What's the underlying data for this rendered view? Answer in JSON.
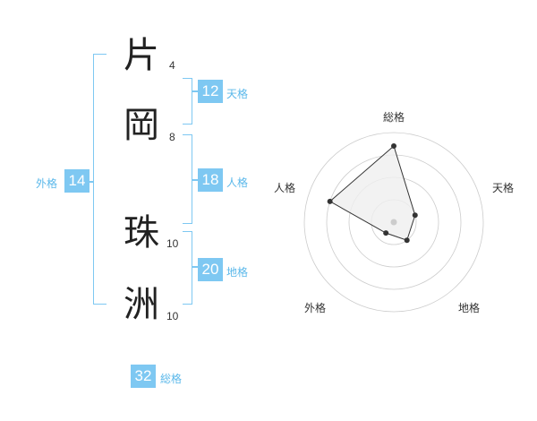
{
  "name": {
    "chars": [
      {
        "char": "片",
        "strokes": "4"
      },
      {
        "char": "岡",
        "strokes": "8"
      },
      {
        "char": "珠",
        "strokes": "10"
      },
      {
        "char": "洲",
        "strokes": "10"
      }
    ]
  },
  "kakusu": {
    "tenkaku": {
      "value": "12",
      "label": "天格"
    },
    "jinkaku": {
      "value": "18",
      "label": "人格"
    },
    "chikaku": {
      "value": "20",
      "label": "地格"
    },
    "gaikaku": {
      "value": "14",
      "label": "外格"
    },
    "soukaku": {
      "value": "32",
      "label": "総格"
    }
  },
  "chart_data": {
    "type": "radar",
    "axes": [
      "総格",
      "天格",
      "地格",
      "外格",
      "人格"
    ],
    "values": [
      0.85,
      0.25,
      0.25,
      0.15,
      0.75
    ],
    "max": 1,
    "rings": 4,
    "colors": {
      "fill": "#efefef",
      "line": "#333333",
      "grid": "#cccccc",
      "center": "#cccccc"
    }
  }
}
